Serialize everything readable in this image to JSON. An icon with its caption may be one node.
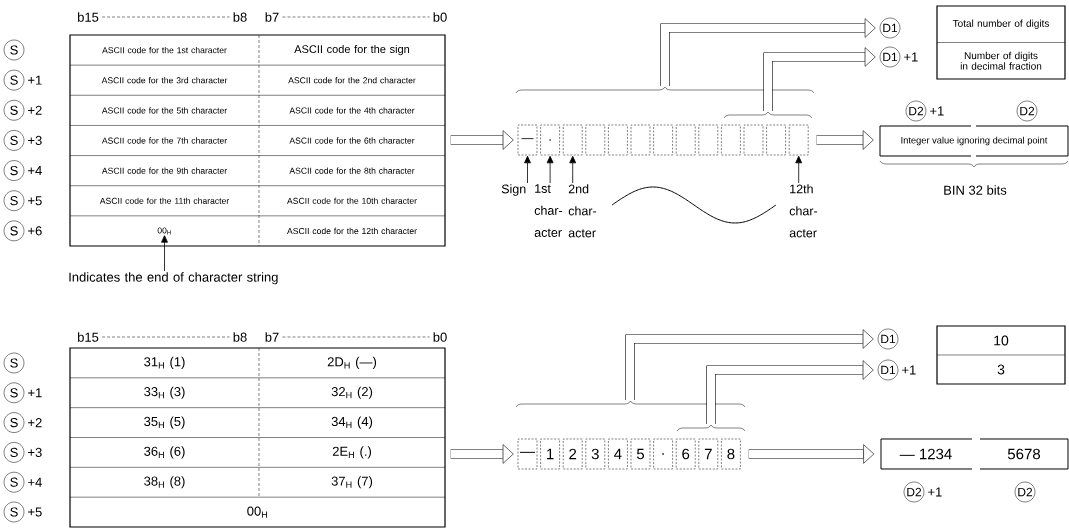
{
  "diagram": {
    "nodes": [
      {
        "text": [],
        "shape": "box"
      },
      {
        "text": [
          "ASCII code for the 1st character"
        ],
        "in": 0
      },
      {
        "text": [
          "ASCII code for the sign"
        ],
        "in": 0
      },
      {
        "text": [
          "ASCII code for the 3rd character"
        ],
        "in": 0
      },
      {
        "text": [
          "ASCII code for the 2nd character"
        ],
        "in": 0
      },
      {
        "text": [
          "ASCII code for the 5th character"
        ],
        "in": 0
      },
      {
        "text": [
          "ASCII code for the 4th character"
        ],
        "in": 0
      },
      {
        "text": [
          "ASCII code for the 7th character"
        ],
        "in": 0
      },
      {
        "text": [
          "ASCII code for the 6th character"
        ],
        "in": 0
      },
      {
        "text": [
          "ASCII code for the 9th character"
        ],
        "in": 0
      },
      {
        "text": [
          "ASCII code for the 8th character"
        ],
        "in": 0
      },
      {
        "text": [
          "ASCII code for the 11th character"
        ],
        "in": 0
      },
      {
        "text": [
          "ASCII code for the 10th character"
        ],
        "in": 0
      },
      {
        "text": [
          "00$_{H}$"
        ],
        "in": 0
      },
      {
        "text": [
          "ASCII code for the 12th character"
        ],
        "in": 0
      },
      {
        "text": [
          "D1"
        ]
      },
      {
        "text": [
          "D1"
        ],
        "beside": [
          "+1"
        ]
      },
      {
        "text": [],
        "shape": "box"
      },
      {
        "text": [
          "Total number of digits"
        ],
        "in": 17
      },
      {
        "text": [
          "Number of digits in decimal fraction"
        ],
        "in": 17
      },
      {
        "text": [
          "D2"
        ],
        "beside": [
          "+1"
        ]
      },
      {
        "text": [
          "D2"
        ]
      },
      {
        "text": [
          "—"
        ]
      },
      {
        "text": [
          "."
        ]
      },
      {
        "text": [],
        "shape": "box"
      },
      {
        "text": [],
        "shape": "box"
      },
      {
        "text": [],
        "shape": "box"
      },
      {
        "text": [],
        "shape": "box"
      },
      {
        "text": [],
        "shape": "box"
      },
      {
        "text": [],
        "shape": "box"
      },
      {
        "text": [],
        "shape": "box"
      },
      {
        "text": [],
        "shape": "box"
      },
      {
        "text": [],
        "shape": "box"
      },
      {
        "text": [],
        "shape": "box"
      },
      {
        "text": [],
        "shape": "box"
      },
      {
        "text": [
          "Integer value ignoring decimal point"
        ]
      },
      {
        "text": [
          "Sign"
        ]
      },
      {
        "text": [
          "1st char- acter"
        ]
      },
      {
        "text": [
          "2nd char- acter"
        ]
      },
      {
        "text": [
          "12th char- acter"
        ]
      },
      {
        "text": [
          "Indicates the end of character string"
        ]
      },
      {
        "text": [],
        "shape": "box"
      },
      {
        "text": [
          "31$_{H}$ (1)"
        ],
        "in": 41
      },
      {
        "text": [
          "2D$_{H}$ (—)"
        ],
        "in": 41
      },
      {
        "text": [
          "33$_{H}$ (3)"
        ],
        "in": 41
      },
      {
        "text": [
          "32$_{H}$ (2)"
        ],
        "in": 41
      },
      {
        "text": [
          "35$_{H}$ (5)"
        ],
        "in": 41
      },
      {
        "text": [
          "34$_{H}$ (4)"
        ],
        "in": 41
      },
      {
        "text": [
          "36$_{H}$ (6)"
        ],
        "in": 41
      },
      {
        "text": [
          "2E$_{H}$ (.)"
        ],
        "in": 41
      },
      {
        "text": [
          "38$_{H}$ (8)"
        ],
        "in": 41
      },
      {
        "text": [
          "37$_{H}$ (7)"
        ],
        "in": 41
      },
      {
        "text": [
          "00$_{H}$"
        ],
        "in": 41
      },
      {
        "text": [
          "D1"
        ]
      },
      {
        "text": [
          "D1"
        ],
        "beside": [
          "+1"
        ]
      },
      {
        "text": [],
        "shape": "box"
      },
      {
        "text": [
          "10"
        ],
        "in": 55
      },
      {
        "text": [
          "3"
        ],
        "in": 55
      },
      {
        "text": [
          "—"
        ]
      },
      {
        "text": [
          "1"
        ]
      },
      {
        "text": [
          "2"
        ]
      },
      {
        "text": [
          "3"
        ]
      },
      {
        "text": [
          "4"
        ]
      },
      {
        "text": [
          "5"
        ]
      },
      {
        "text": [
          "."
        ]
      },
      {
        "text": [
          "6"
        ]
      },
      {
        "text": [
          "7"
        ]
      },
      {
        "text": [
          "8"
        ]
      },
      {
        "text": [
          "— 1234"
        ]
      },
      {
        "text": [
          "5678"
        ]
      },
      {
        "text": [
          "D2"
        ],
        "beside": [
          "+1"
        ]
      },
      {
        "text": [
          "D2"
        ]
      },
      {
        "text": [
          "S"
        ]
      },
      {
        "text": [
          "S"
        ],
        "beside": [
          "+1"
        ]
      },
      {
        "text": [
          "S"
        ],
        "beside": [
          "+2"
        ]
      },
      {
        "text": [
          "S"
        ],
        "beside": [
          "+3"
        ]
      },
      {
        "text": [
          "S"
        ],
        "beside": [
          "+4"
        ]
      },
      {
        "text": [
          "S"
        ],
        "beside": [
          "+5"
        ]
      },
      {
        "text": [
          "S"
        ],
        "beside": [
          "+6"
        ]
      },
      {
        "text": [
          "S"
        ]
      },
      {
        "text": [
          "S"
        ],
        "beside": [
          "+1"
        ]
      },
      {
        "text": [
          "S"
        ],
        "beside": [
          "+2"
        ]
      },
      {
        "text": [
          "S"
        ],
        "beside": [
          "+3"
        ]
      },
      {
        "text": [
          "S"
        ],
        "beside": [
          "+4"
        ]
      },
      {
        "text": [
          "S"
        ],
        "beside": [
          "+5"
        ]
      }
    ],
    "edges": [
      {
        "from": 0,
        "to": 22,
        "arrow": "to"
      },
      {
        "from": null,
        "to": 15,
        "arrow": "to"
      },
      {
        "from": null,
        "to": 16,
        "arrow": "to"
      },
      {
        "from": 34,
        "to": 35,
        "arrow": "to"
      },
      {
        "from": 36,
        "to": 22,
        "arrow": "to"
      },
      {
        "from": 37,
        "to": 23,
        "arrow": "to"
      },
      {
        "from": 38,
        "to": 24,
        "arrow": "to"
      },
      {
        "from": 39,
        "to": 34,
        "arrow": "to"
      },
      {
        "from": 40,
        "to": 13,
        "arrow": "to"
      },
      {
        "from": 41,
        "to": 58,
        "arrow": "to"
      },
      {
        "from": null,
        "to": 53,
        "arrow": "to"
      },
      {
        "from": null,
        "to": 54,
        "arrow": "to"
      },
      {
        "from": 67,
        "to": 68,
        "arrow": "to"
      }
    ],
    "labels": [
      "b15",
      "b8",
      "b7",
      "b0",
      "BIN 32 bits",
      "b15",
      "b8",
      "b7",
      "b0"
    ]
  }
}
